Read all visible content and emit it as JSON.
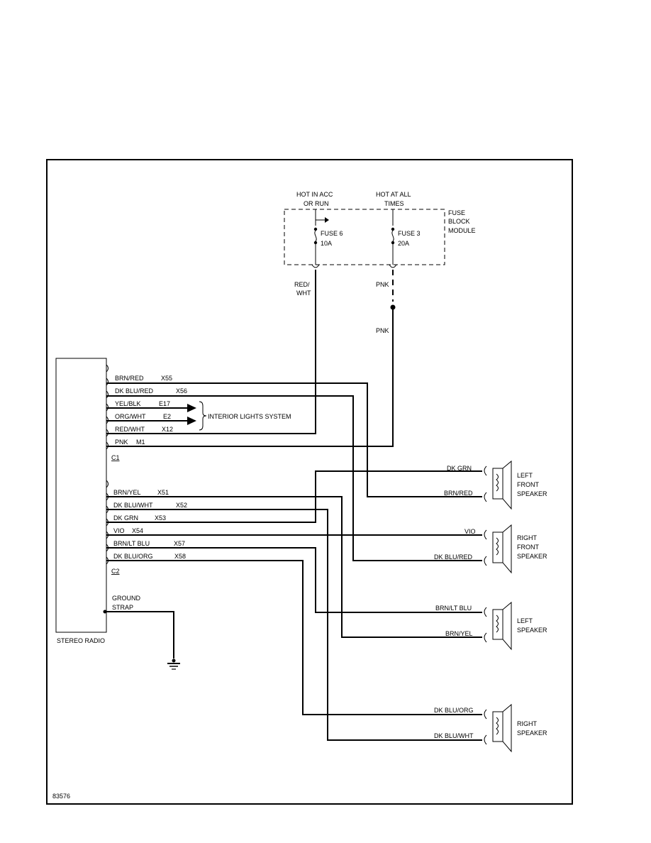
{
  "diagram_id": "83576",
  "power": {
    "acc_label_1": "HOT IN ACC",
    "acc_label_2": "OR RUN",
    "batt_label_1": "HOT AT ALL",
    "batt_label_2": "TIMES",
    "fuse_block_1": "FUSE",
    "fuse_block_2": "BLOCK",
    "fuse_block_3": "MODULE",
    "fuse6_name": "FUSE 6",
    "fuse6_rating": "10A",
    "fuse3_name": "FUSE 3",
    "fuse3_rating": "20A",
    "wire_red_wht_1": "RED/",
    "wire_red_wht_2": "WHT",
    "wire_pnk_upper": "PNK",
    "wire_pnk_lower": "PNK"
  },
  "radio": {
    "name": "STEREO RADIO",
    "c1_label": "C1",
    "c2_label": "C2",
    "ground_1": "GROUND",
    "ground_2": "STRAP"
  },
  "c1_pins": [
    {
      "color": "BRN/RED",
      "circuit": "X55"
    },
    {
      "color": "DK BLU/RED",
      "circuit": "X56"
    },
    {
      "color": "YEL/BLK",
      "circuit": "E17"
    },
    {
      "color": "ORG/WHT",
      "circuit": "E2"
    },
    {
      "color": "RED/WHT",
      "circuit": "X12"
    },
    {
      "color": "PNK",
      "circuit": "M1"
    }
  ],
  "c2_pins": [
    {
      "color": "BRN/YEL",
      "circuit": "X51"
    },
    {
      "color": "DK BLU/WHT",
      "circuit": "X52"
    },
    {
      "color": "DK GRN",
      "circuit": "X53"
    },
    {
      "color": "VIO",
      "circuit": "X54"
    },
    {
      "color": "BRN/LT BLU",
      "circuit": "X57"
    },
    {
      "color": "DK BLU/ORG",
      "circuit": "X58"
    }
  ],
  "interior_lights": "INTERIOR LIGHTS SYSTEM",
  "speakers": [
    {
      "line1": "LEFT",
      "line2": "FRONT",
      "line3": "SPEAKER",
      "top_wire": "DK GRN",
      "bottom_wire": "BRN/RED"
    },
    {
      "line1": "RIGHT",
      "line2": "FRONT",
      "line3": "SPEAKER",
      "top_wire": "VIO",
      "bottom_wire": "DK BLU/RED"
    },
    {
      "line1": "LEFT",
      "line2": "SPEAKER",
      "line3": "",
      "top_wire": "BRN/LT BLU",
      "bottom_wire": "BRN/YEL"
    },
    {
      "line1": "RIGHT",
      "line2": "SPEAKER",
      "line3": "",
      "top_wire": "DK BLU/ORG",
      "bottom_wire": "DK BLU/WHT"
    }
  ]
}
